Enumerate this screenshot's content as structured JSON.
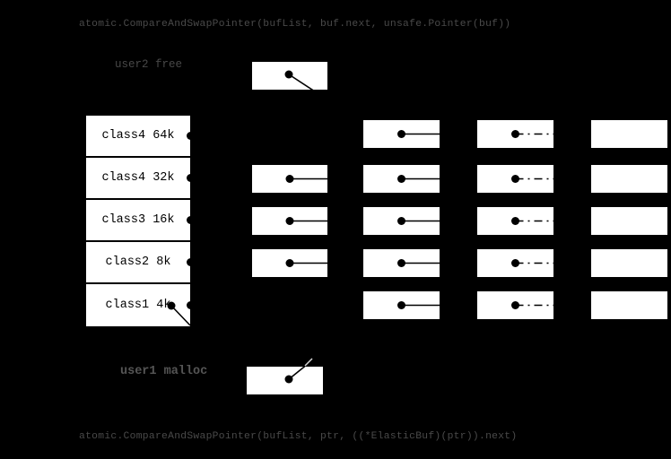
{
  "code": {
    "top": "atomic.CompareAndSwapPointer(bufList, buf.next, unsafe.Pointer(buf))",
    "bottom": "atomic.CompareAndSwapPointer(bufList, ptr, ((*ElasticBuf)(ptr)).next)"
  },
  "actors": {
    "user2": {
      "label": "user2 free",
      "node": "pointer-diagonal-down"
    },
    "user1": {
      "label": "user1 malloc",
      "node": "pointer-diagonal-up"
    }
  },
  "size_classes": [
    {
      "label": "class4 64k"
    },
    {
      "label": "class4 32k"
    },
    {
      "label": "class3 16k"
    },
    {
      "label": "class2 8k"
    },
    {
      "label": "class1 4k"
    }
  ],
  "free_lists": {
    "rows": [
      {
        "size_class": "class4 64k",
        "cells": {
          "col2": null,
          "col3": "pointer-solid",
          "col4": "pointer-dashdot",
          "col5": "empty"
        }
      },
      {
        "size_class": "class4 32k",
        "cells": {
          "col2": "pointer-solid",
          "col3": "pointer-solid",
          "col4": "pointer-dashdot",
          "col5": "empty"
        }
      },
      {
        "size_class": "class3 16k",
        "cells": {
          "col2": "pointer-solid",
          "col3": "pointer-solid",
          "col4": "pointer-dashdot",
          "col5": "empty"
        }
      },
      {
        "size_class": "class2 8k",
        "cells": {
          "col2": "pointer-solid",
          "col3": "pointer-solid",
          "col4": "pointer-dashdot",
          "col5": "empty"
        }
      },
      {
        "size_class": "class1 4k",
        "cells": {
          "col2": null,
          "col3": "pointer-solid",
          "col4": "pointer-dashdot",
          "col5": "empty"
        }
      }
    ]
  },
  "icons": {
    "pointer_dot": "pointer-dot-icon",
    "next_pointer_solid": "solid next-pointer line",
    "next_pointer_dashdot": "dash-dot next-pointer line"
  },
  "colors": {
    "background": "#000000",
    "node_fill": "#ffffff",
    "pointer": "#000000",
    "code_text": "#4a4a4a",
    "user2_label": "#484848",
    "user1_label": "#555555",
    "outside_arrow": "#d9d9d9"
  }
}
